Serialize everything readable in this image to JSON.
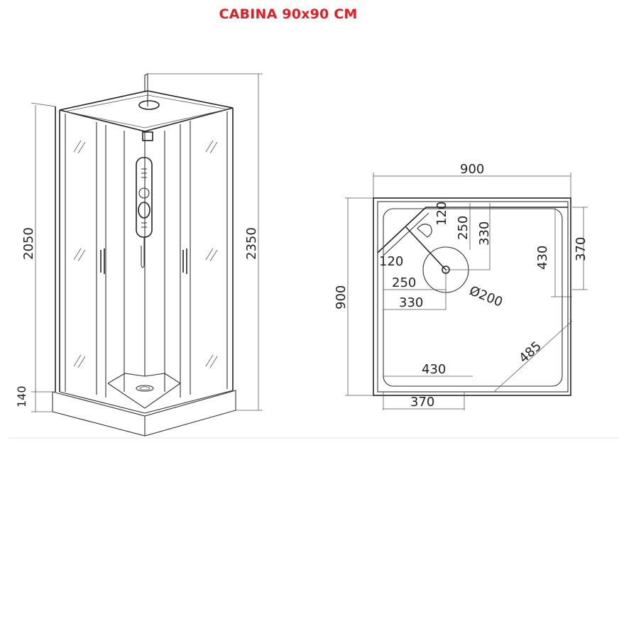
{
  "title": "CABINA 90x90 CM",
  "colors": {
    "title": "#e31e24",
    "lines": "#333333"
  },
  "elevation": {
    "height_panel": "2050",
    "height_total": "2350",
    "height_tray": "140"
  },
  "plan": {
    "width": "900",
    "depth": "900",
    "dims": [
      "120",
      "250",
      "330",
      "120",
      "250",
      "330",
      "Ø200",
      "430",
      "370",
      "485",
      "430",
      "370"
    ]
  }
}
